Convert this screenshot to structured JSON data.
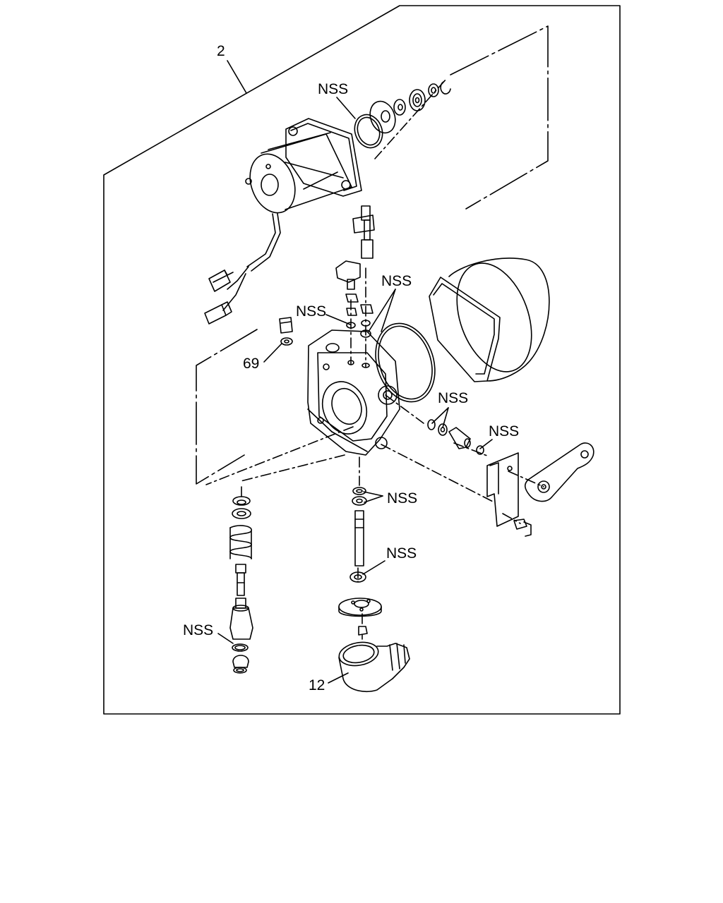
{
  "callouts": {
    "part_2": "2",
    "nss_oring_top": "NSS",
    "nss_washer_mid": "NSS",
    "nss_right_group": "NSS",
    "part_69": "69",
    "nss_side_washers": "NSS",
    "nss_lever_washer": "NSS",
    "nss_lower_washers": "NSS",
    "nss_shaft_seal": "NSS",
    "nss_valve_oring": "NSS",
    "part_12": "12"
  },
  "colors": {
    "line": "#000000",
    "background": "#ffffff"
  }
}
